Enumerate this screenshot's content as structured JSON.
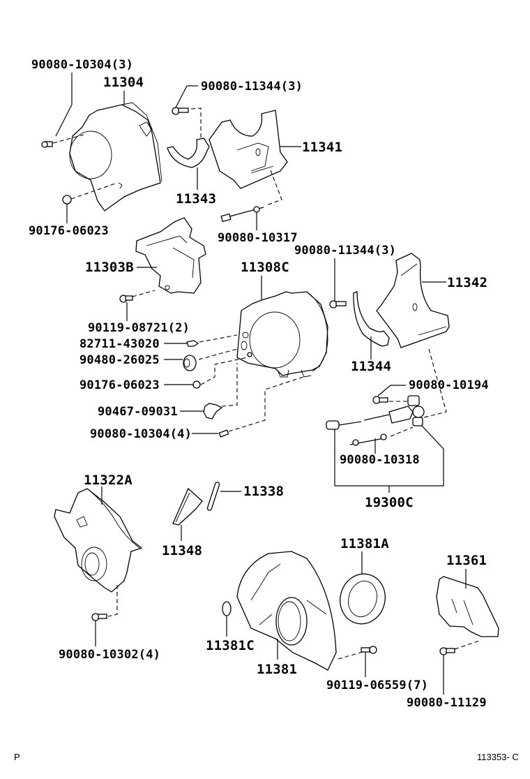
{
  "diagram": {
    "type": "exploded-parts-diagram",
    "footer_left": "P",
    "footer_right": "113353- C",
    "parts": {
      "p_90080_10304_3": "90080-10304(3)",
      "p_11304": "11304",
      "p_90080_11344_3_top": "90080-11344(3)",
      "p_11341": "11341",
      "p_11343": "11343",
      "p_90176_06023_top": "90176-06023",
      "p_90080_10317": "90080-10317",
      "p_90080_11344_3_mid": "90080-11344(3)",
      "p_11303B": "11303B",
      "p_11308C": "11308C",
      "p_11342": "11342",
      "p_90119_08721_2": "90119-08721(2)",
      "p_82711_43020": "82711-43020",
      "p_90480_26025": "90480-26025",
      "p_11344": "11344",
      "p_90176_06023_mid": "90176-06023",
      "p_90080_10194": "90080-10194",
      "p_90467_09031": "90467-09031",
      "p_90080_10304_4": "90080-10304(4)",
      "p_90080_10318": "90080-10318",
      "p_19300C": "19300C",
      "p_11322A": "11322A",
      "p_11338": "11338",
      "p_11348": "11348",
      "p_11381A": "11381A",
      "p_11361": "11361",
      "p_11381C": "11381C",
      "p_11381": "11381",
      "p_90080_10302_4": "90080-10302(4)",
      "p_90119_06559_7": "90119-06559(7)",
      "p_90080_11129": "90080-11129"
    }
  }
}
